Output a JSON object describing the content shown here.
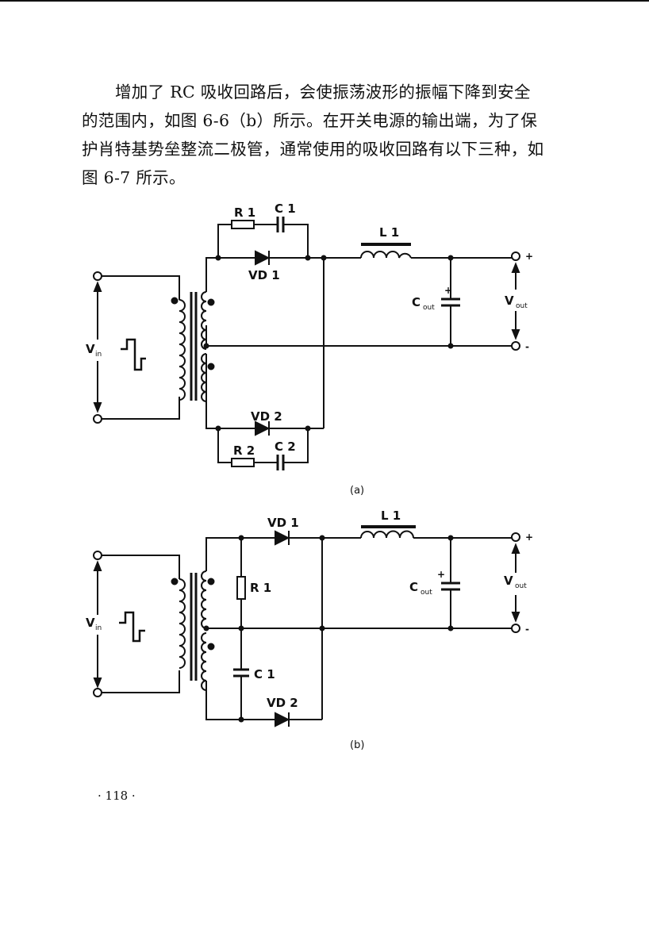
{
  "page": {
    "paragraph_lines": [
      "增加了 RC 吸收回路后，会使振荡波形的振幅下降到安全",
      "的范围内，如图 6-6（b）所示。在开关电源的输出端，为了保",
      "护肖特基势垒整流二极管，通常使用的吸收回路有以下三种，如",
      "图 6-7 所示。"
    ],
    "page_number": "· 118 ·"
  },
  "figure_a": {
    "caption": "(a)",
    "labels": {
      "r1": "R 1",
      "c1": "C 1",
      "vd1": "VD 1",
      "l1": "L 1",
      "vd2": "VD 2",
      "r2": "R 2",
      "c2": "C 2",
      "vin": "V",
      "vin_sub": "in",
      "cout": "C",
      "cout_sub": "out",
      "vout": "V",
      "vout_sub": "out",
      "plus": "+",
      "minus": "-",
      "cap_plus": "+"
    }
  },
  "figure_b": {
    "caption": "(b)",
    "labels": {
      "vd1": "VD 1",
      "l1": "L 1",
      "r1": "R 1",
      "c1": "C 1",
      "vd2": "VD 2",
      "vin": "V",
      "vin_sub": "in",
      "cout": "C",
      "cout_sub": "out",
      "vout": "V",
      "vout_sub": "out",
      "plus": "+",
      "minus": "-",
      "cap_plus": "+"
    }
  }
}
